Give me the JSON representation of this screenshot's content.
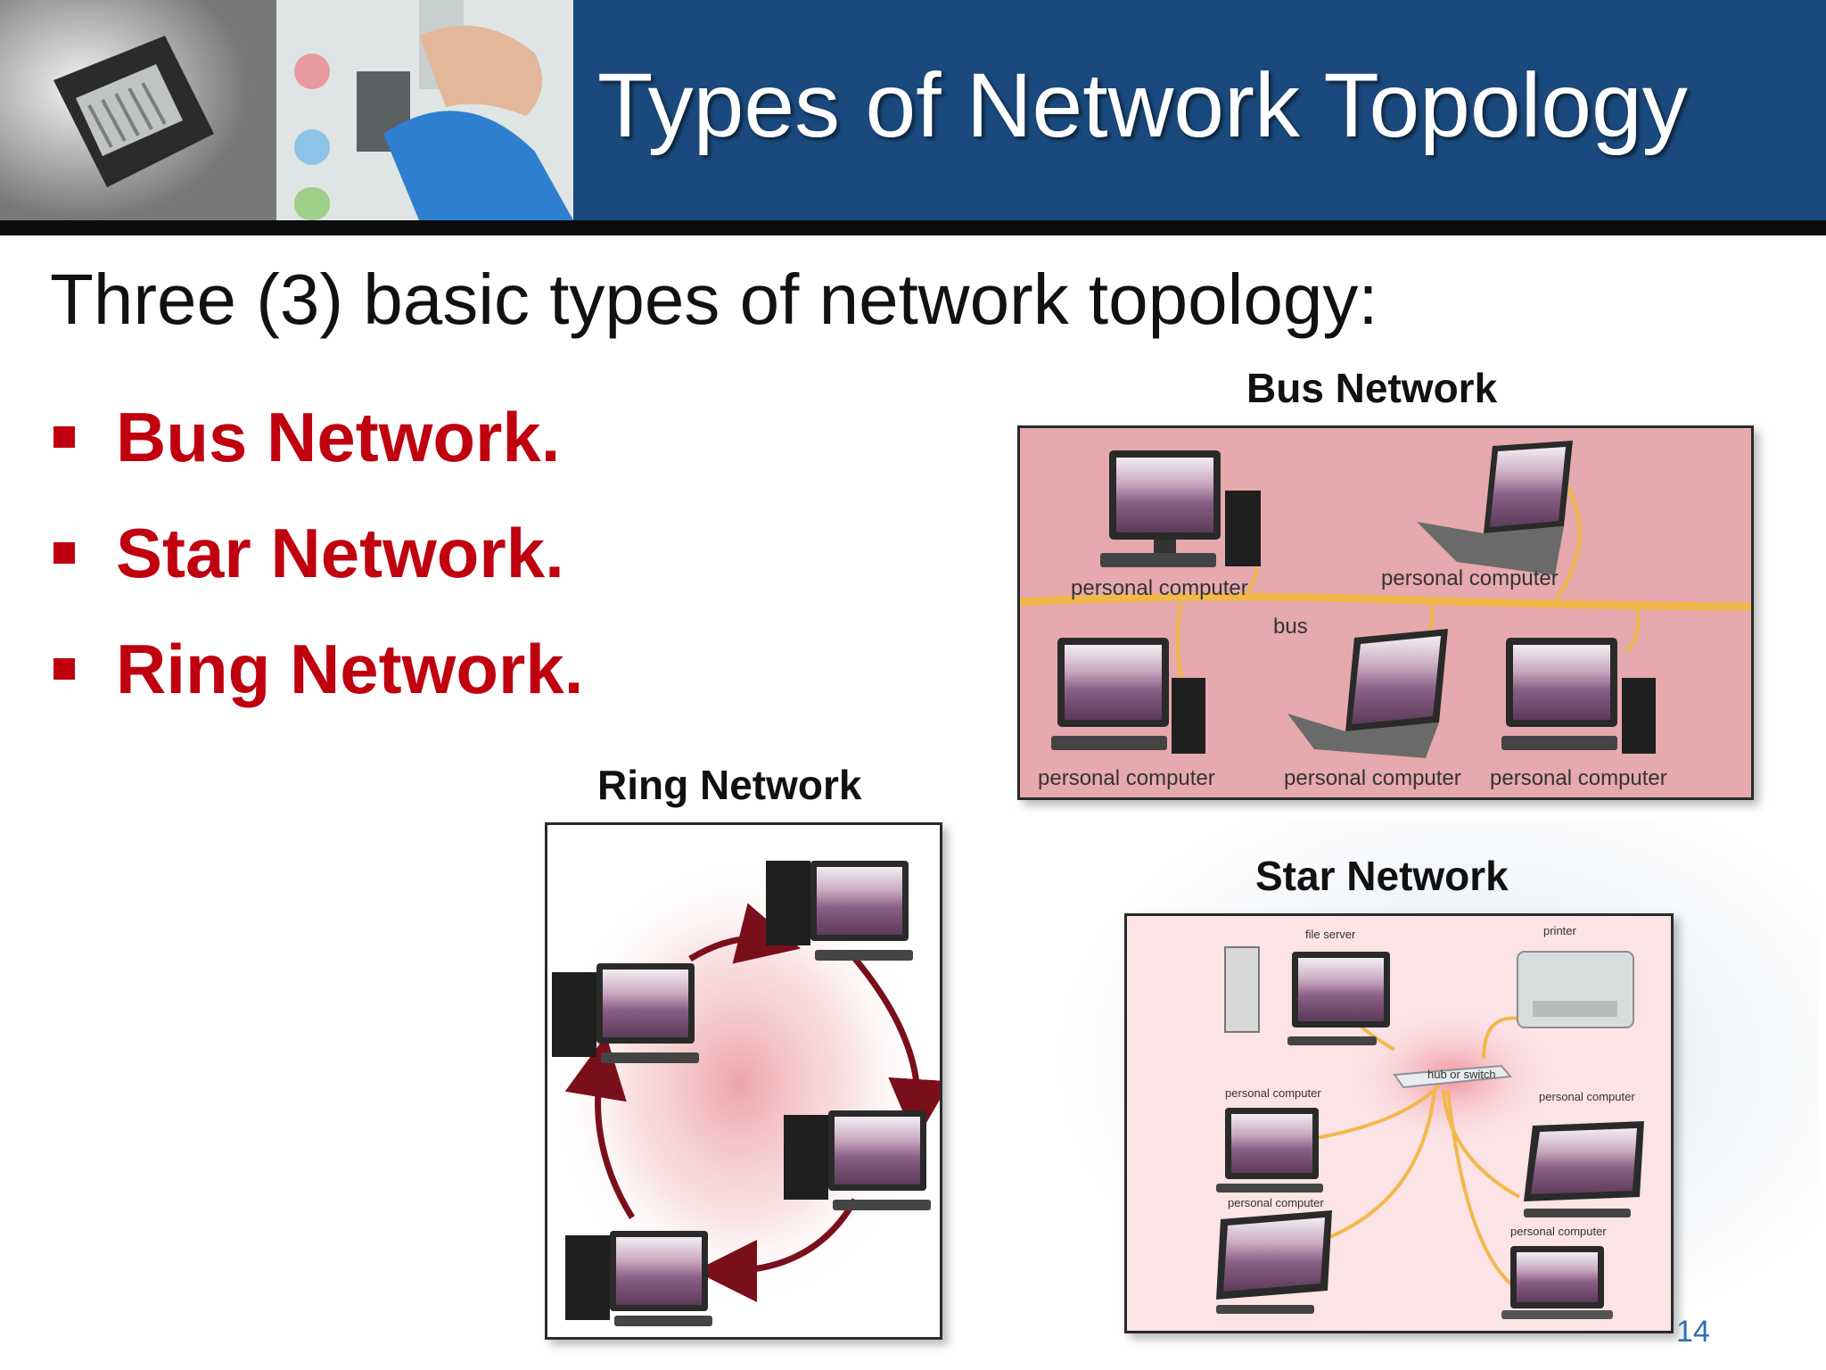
{
  "header": {
    "title": "Types of Network Topology"
  },
  "intro": "Three (3) basic types of network topology:",
  "bullets": [
    "Bus Network.",
    "Star Network.",
    "Ring Network."
  ],
  "diagrams": {
    "bus": {
      "caption": "Bus Network",
      "bus_label": "bus",
      "devices": [
        "personal computer",
        "personal computer",
        "personal computer",
        "personal computer",
        "personal computer"
      ]
    },
    "ring": {
      "caption": "Ring Network"
    },
    "star": {
      "caption": "Star Network",
      "hub_label": "hub or switch",
      "devices": [
        "file server",
        "printer",
        "personal computer",
        "personal computer",
        "personal computer",
        "personal computer"
      ]
    }
  },
  "page_number": "14",
  "colors": {
    "header_blue": "#1a4a7d",
    "bullet_red": "#c0000f",
    "bus_bg": "#e6a9ad",
    "cable": "#f2b84a",
    "ring_arrow": "#7a0f1c",
    "page_number": "#2e6fb4"
  }
}
